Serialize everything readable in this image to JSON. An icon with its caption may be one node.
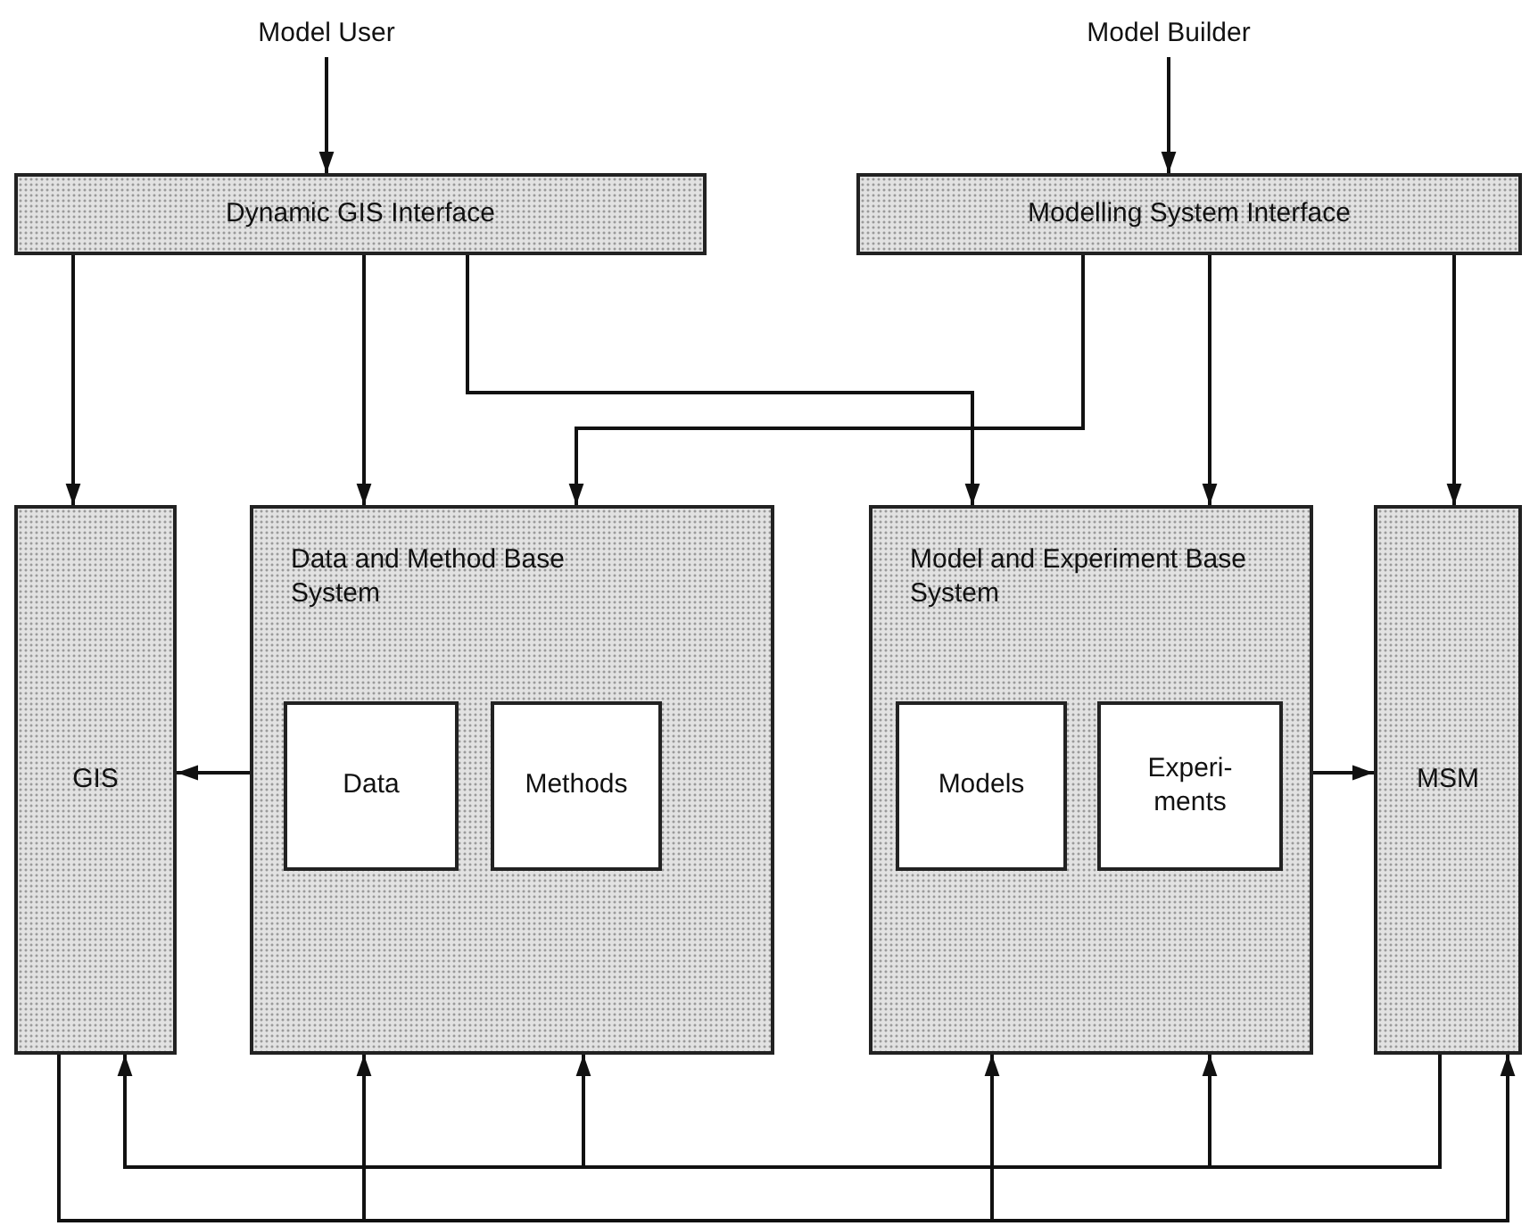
{
  "diagram": {
    "nodes": [
      {
        "text": [
          "Model User"
        ]
      },
      {
        "text": [
          "Model Builder"
        ]
      },
      {
        "text": [
          "Dynamic GIS Interface"
        ]
      },
      {
        "text": [
          "Modelling System Interface"
        ]
      },
      {
        "text": [
          "GIS"
        ]
      },
      {
        "text": [
          "Data and Method Base System"
        ]
      },
      {
        "text": [
          "Data"
        ],
        "in": 5
      },
      {
        "text": [
          "Methods"
        ],
        "in": 5
      },
      {
        "text": [
          "Model and Experiment Base System"
        ]
      },
      {
        "text": [
          "Models"
        ],
        "in": 8
      },
      {
        "text": [
          "Experi- ments"
        ],
        "in": 8
      },
      {
        "text": [
          "MSM"
        ]
      }
    ],
    "edges": [
      {
        "from": 0,
        "to": 2,
        "arrow": "to"
      },
      {
        "from": 1,
        "to": 3,
        "arrow": "to"
      },
      {
        "from": 2,
        "to": 4,
        "arrow": "to"
      },
      {
        "from": 2,
        "to": 5,
        "arrow": "to"
      },
      {
        "from": 2,
        "to": 8,
        "arrow": "to"
      },
      {
        "from": 3,
        "to": 5,
        "arrow": "to"
      },
      {
        "from": 3,
        "to": 8,
        "arrow": "to"
      },
      {
        "from": 3,
        "to": 11,
        "arrow": "to"
      },
      {
        "from": 6,
        "to": 4,
        "arrow": "to"
      },
      {
        "from": 10,
        "to": 11,
        "arrow": "to"
      },
      {
        "from": 11,
        "to": 4,
        "arrow": "to"
      },
      {
        "from": 11,
        "to": 5,
        "arrow": "to"
      },
      {
        "from": 11,
        "to": 8,
        "arrow": "to"
      },
      {
        "from": 4,
        "to": 11,
        "arrow": "to"
      },
      {
        "from": 4,
        "to": 5,
        "arrow": "to"
      },
      {
        "from": 4,
        "to": 8,
        "arrow": "to"
      }
    ]
  }
}
